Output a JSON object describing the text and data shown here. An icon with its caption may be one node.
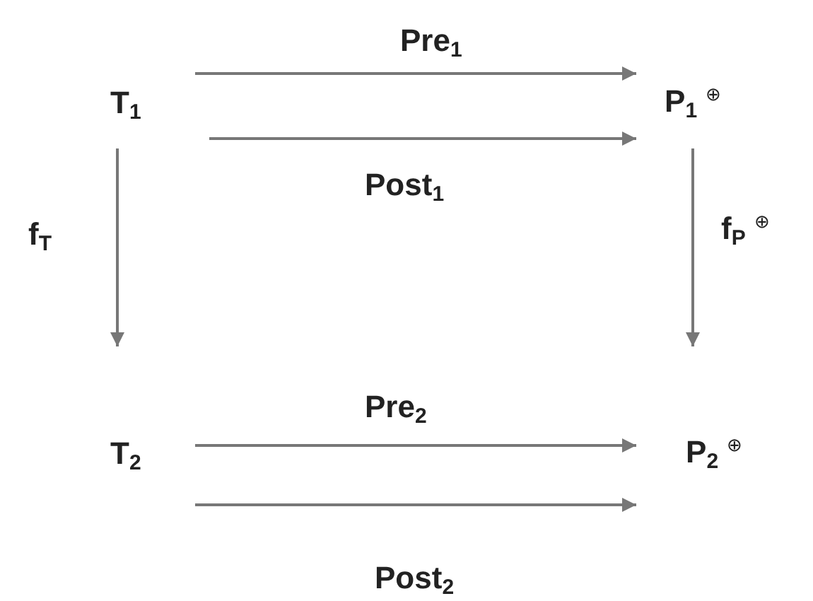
{
  "diagram": {
    "nodes": [
      {
        "text": [
          "T$_{1}$"
        ]
      },
      {
        "text": [
          "P$_{1}$ $^{⊕}$"
        ]
      },
      {
        "text": [
          "T$_{2}$"
        ]
      },
      {
        "text": [
          "P$_{2}$ $^{⊕}$"
        ]
      }
    ],
    "edges": [
      {
        "from": 0,
        "to": 1,
        "arrow": "to",
        "label": "Pre$_{1}$"
      },
      {
        "from": 0,
        "to": 1,
        "arrow": "to",
        "label": "Post$_{1}$"
      },
      {
        "from": 0,
        "to": 2,
        "arrow": "to",
        "label": "f$_{T}$"
      },
      {
        "from": 1,
        "to": 3,
        "arrow": "to",
        "label": "f$_{P}$ $^{⊕}$"
      },
      {
        "from": 2,
        "to": 3,
        "arrow": "to",
        "label": "Pre$_{2}$"
      },
      {
        "from": 2,
        "to": 3,
        "arrow": "to",
        "label": "Post$_{2}$"
      }
    ]
  }
}
